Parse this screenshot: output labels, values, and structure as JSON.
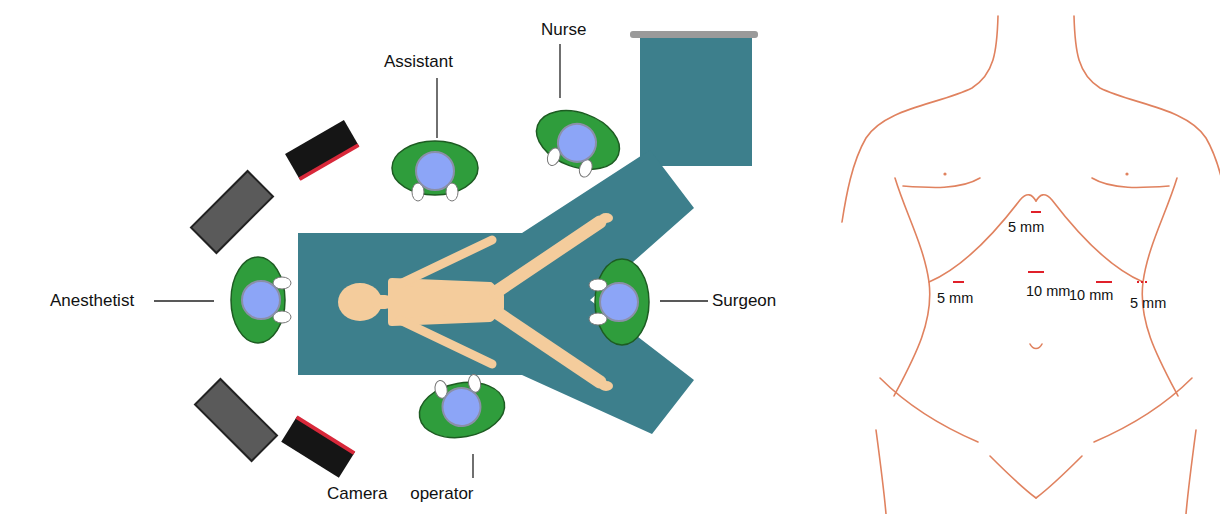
{
  "diagram": {
    "labels": [
      "Nurse",
      "Assistant",
      "Anesthetist",
      "Surgeon",
      "Camera operator",
      "5 mm",
      "5 mm",
      "10 mm",
      "10 mm",
      "5 mm"
    ]
  }
}
